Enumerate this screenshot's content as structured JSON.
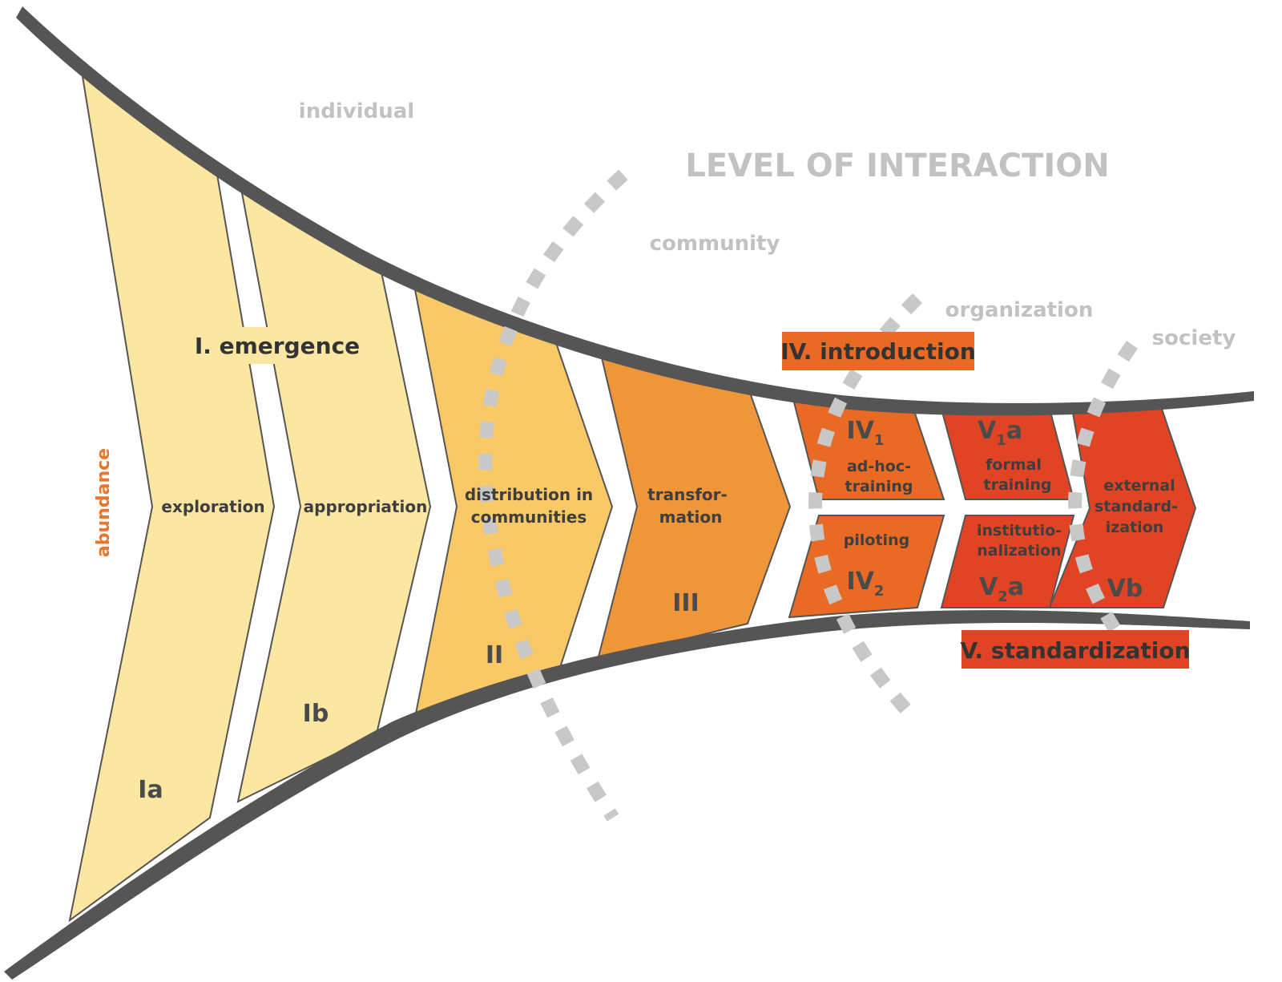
{
  "title": "LEVEL OF INTERACTION",
  "levels": {
    "individual": "individual",
    "community": "community",
    "organization": "organization",
    "society": "society"
  },
  "side_label": "abundance",
  "phases": {
    "emergence": "I. emergence",
    "introduction": "IV. introduction",
    "standardization": "V. standardization"
  },
  "stages": {
    "ia": {
      "code": "Ia",
      "label": "exploration"
    },
    "ib": {
      "code": "Ib",
      "label": "appropriation"
    },
    "ii": {
      "code": "II",
      "label_lines": [
        "distribution in",
        "communities"
      ]
    },
    "iii": {
      "code": "III",
      "label_lines": [
        "transfor-",
        "mation"
      ]
    },
    "iv1": {
      "code_main": "IV",
      "code_sub": "1",
      "label_lines": [
        "ad-hoc-",
        "training"
      ]
    },
    "iv2": {
      "code_main": "IV",
      "code_sub": "2",
      "label": "piloting"
    },
    "v1a": {
      "code_main": "V",
      "code_sub": "1",
      "code_suffix": "a",
      "label_lines": [
        "formal",
        "training"
      ]
    },
    "v2a": {
      "code_main": "V",
      "code_sub": "2",
      "code_suffix": "a",
      "label_lines": [
        "institutio-",
        "nalization"
      ]
    },
    "vb": {
      "code": "Vb",
      "label_lines": [
        "external",
        "standard-",
        "ization"
      ]
    }
  },
  "colors": {
    "stage_ia": "#fbe6a2",
    "stage_ib": "#fbe6a2",
    "stage_ii": "#f9c968",
    "stage_iii": "#f0963a",
    "stage_iv": "#e96a24",
    "stage_v": "#e14424",
    "funnel_edge": "#555555",
    "level_text": "#c2c2c2",
    "side_label": "#e8762d"
  }
}
